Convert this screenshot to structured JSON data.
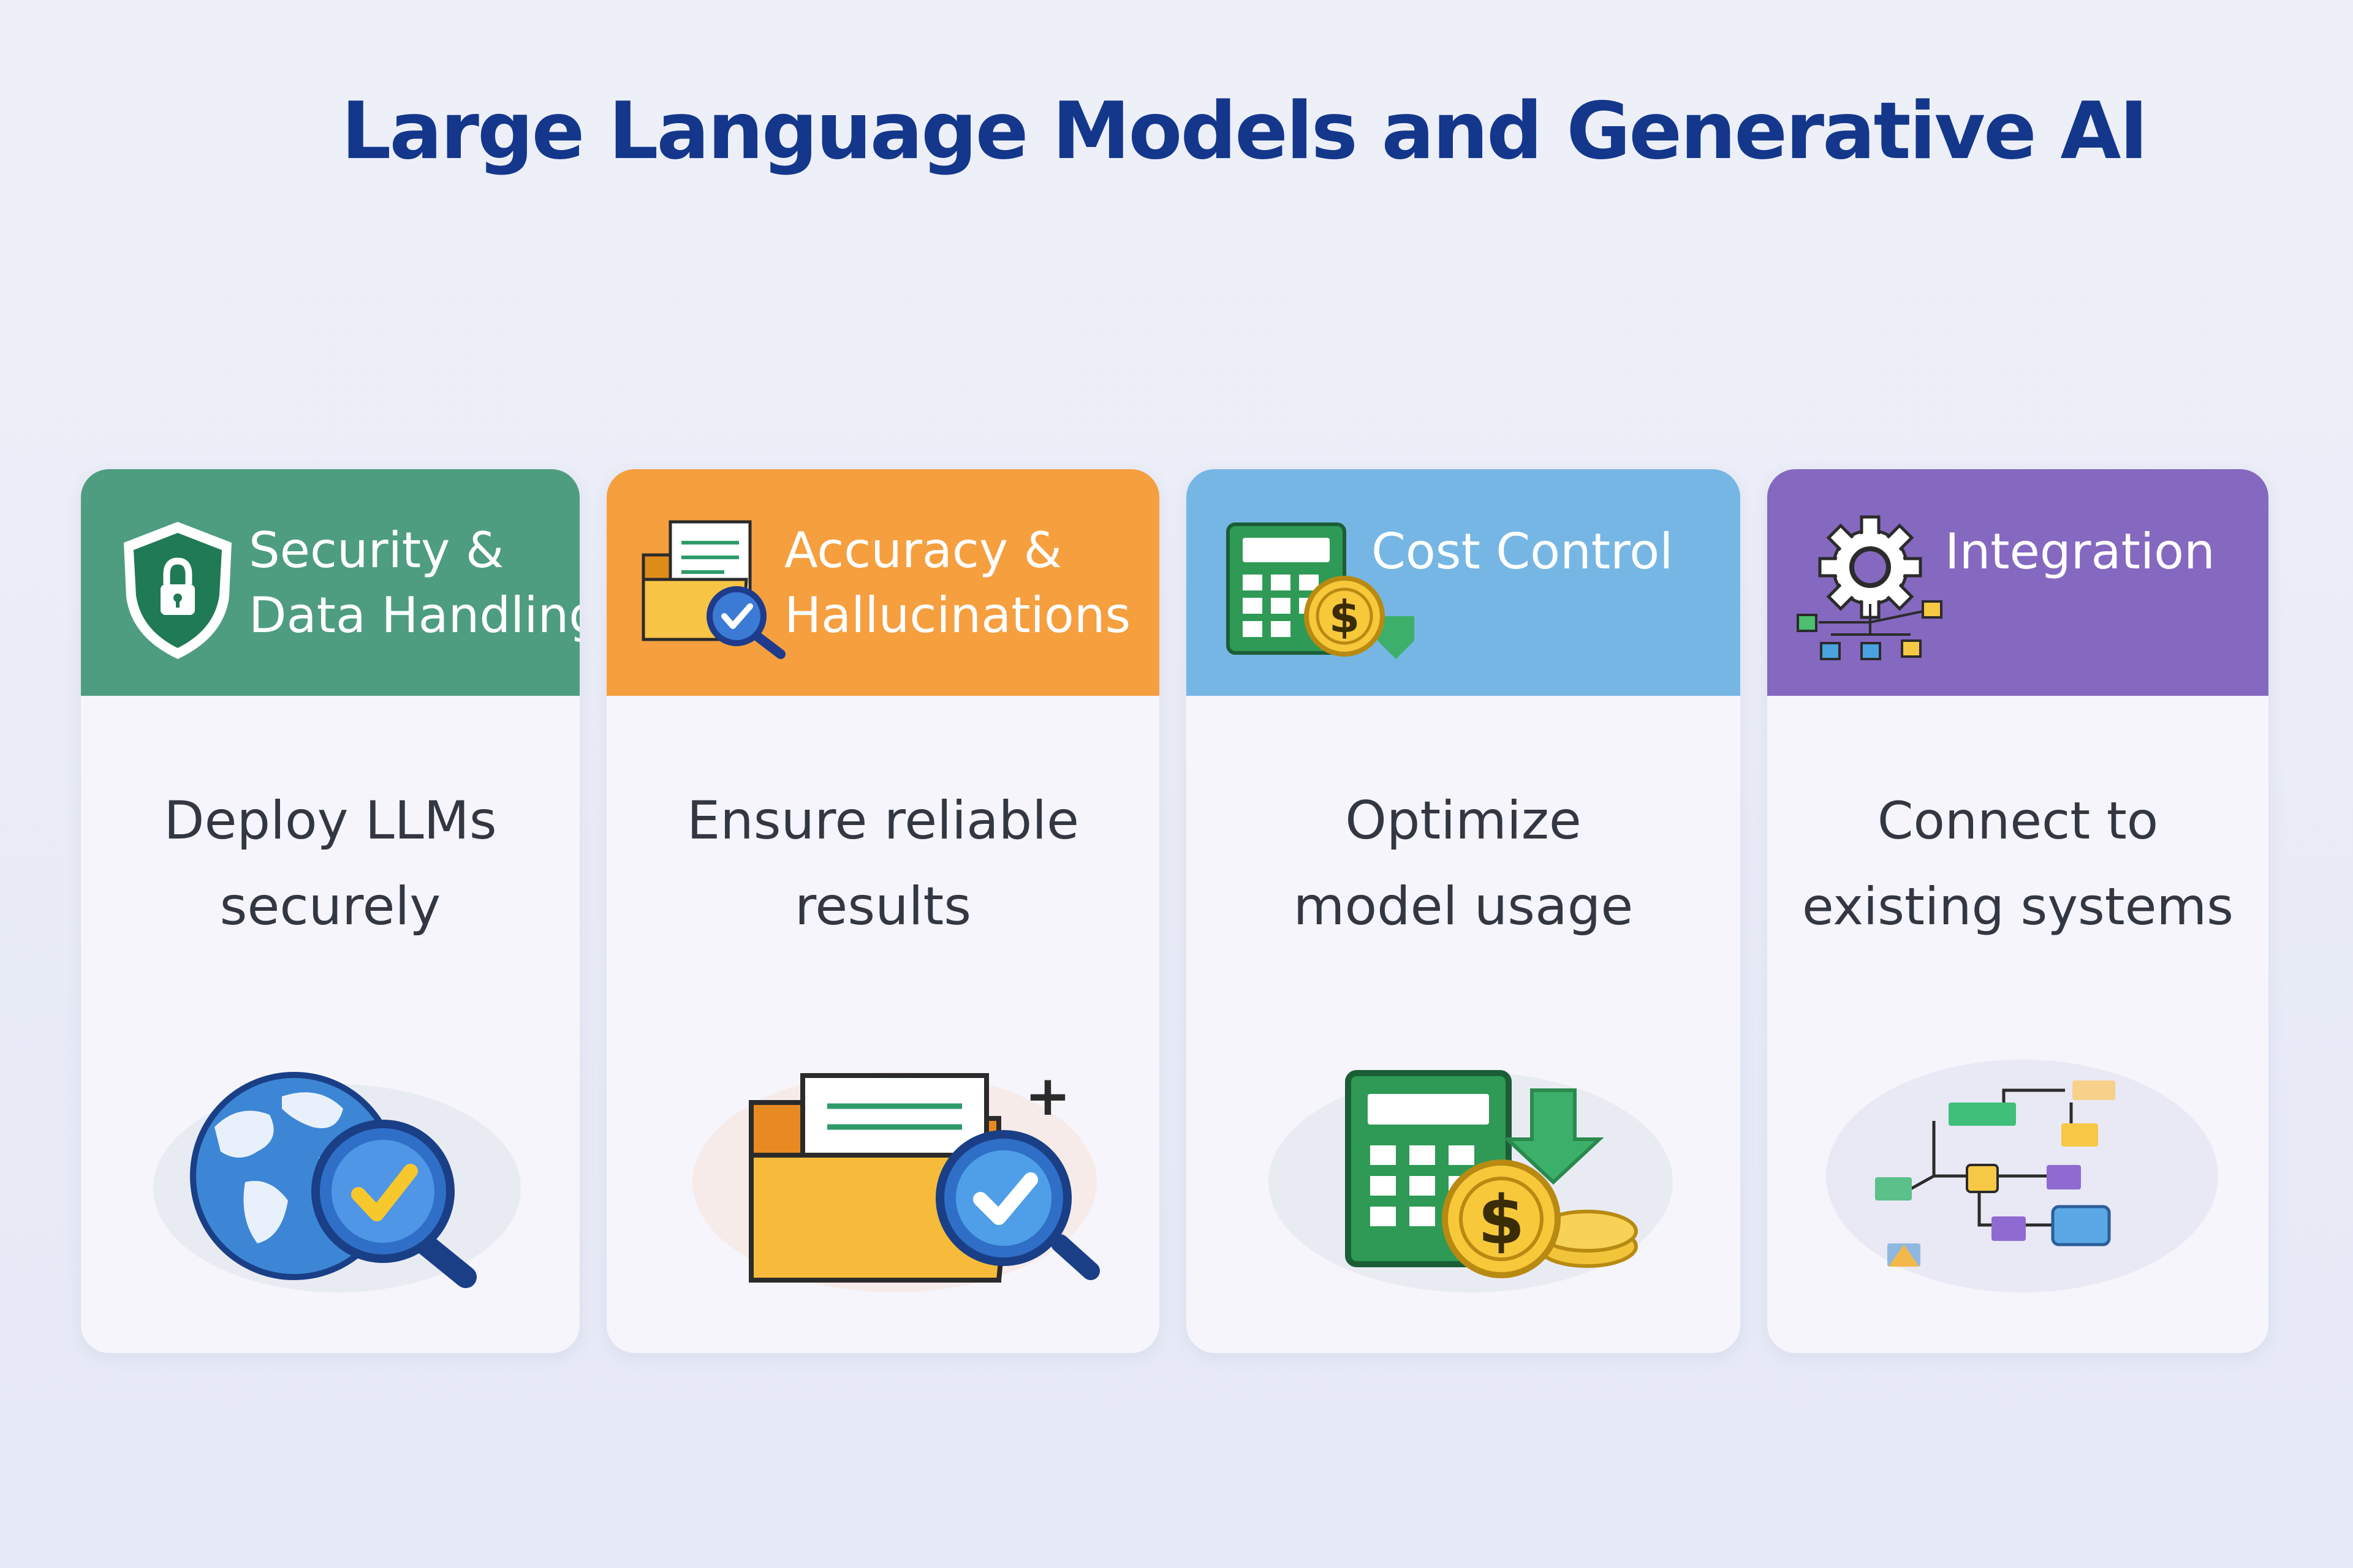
{
  "page": {
    "title": "Large Language Models and Generative AI"
  },
  "cards": [
    {
      "title_line1": "Security &",
      "title_line2": "Data Handling",
      "desc_line1": "Deploy LLMs",
      "desc_line2": "securely",
      "header_color": "#4e9d80",
      "header_icon": "shield-lock-icon",
      "illustration": "globe-magnifier-check-icon"
    },
    {
      "title_line1": "Accuracy &",
      "title_line2": "Hallucinations",
      "desc_line1": "Ensure reliable",
      "desc_line2": "results",
      "header_color": "#f59f3f",
      "header_icon": "folder-document-check-icon",
      "illustration": "folder-magnifier-check-icon"
    },
    {
      "title_line1": "Cost Control",
      "title_line2": "",
      "desc_line1": "Optimize",
      "desc_line2": "model usage",
      "header_color": "#76b6e4",
      "header_icon": "calculator-coin-icon",
      "illustration": "calculator-coins-down-arrow-icon"
    },
    {
      "title_line1": "Integration",
      "title_line2": "",
      "desc_line1": "Connect to",
      "desc_line2": "existing systems",
      "header_color": "#8568c0",
      "header_icon": "gear-network-icon",
      "illustration": "flowchart-icon"
    }
  ]
}
